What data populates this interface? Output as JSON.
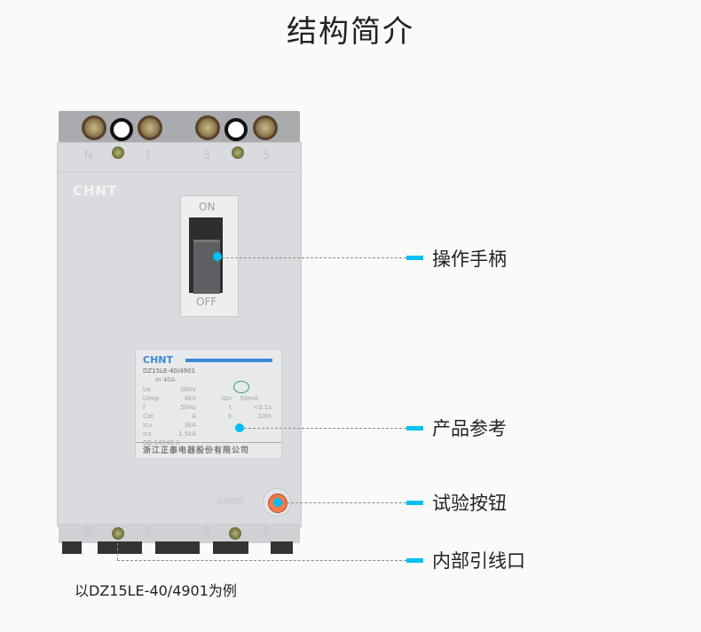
{
  "title": "结构简介",
  "product": {
    "brand_logo": "CHNT",
    "terminal_labels_top": [
      "N",
      "1",
      "3",
      "5"
    ],
    "terminal_labels_bottom": [
      "N",
      "2",
      "4",
      "6"
    ],
    "handle_on": "ON",
    "handle_off": "OFF",
    "test_button_text": "试验按钮",
    "nameplate": {
      "brand": "CHNT",
      "model": "DZ15LE-40/4901",
      "in": "In   40A",
      "rows": [
        [
          "Ue",
          "380V",
          "",
          ""
        ],
        [
          "Uimp",
          "8kV",
          "IΔn",
          "50mA"
        ],
        [
          "f",
          "50Hz",
          "t",
          "<0.1s"
        ],
        [
          "Cat",
          "A",
          "Ii",
          "10In"
        ],
        [
          "Icu",
          "3kA",
          "",
          ""
        ],
        [
          "Ics",
          "1.5kA",
          "",
          ""
        ]
      ],
      "standard": "GB 14048.2",
      "manufacturer": "浙江正泰电器股份有限公司"
    }
  },
  "callouts": [
    {
      "label": "操作手柄"
    },
    {
      "label": "产品参考"
    },
    {
      "label": "试验按钮"
    },
    {
      "label": "内部引线口"
    }
  ],
  "caption": "以DZ15LE-40/4901为例",
  "colors": {
    "accent": "#00bff3",
    "test_button": "#f07a4a",
    "body": "#d9dbdf"
  }
}
